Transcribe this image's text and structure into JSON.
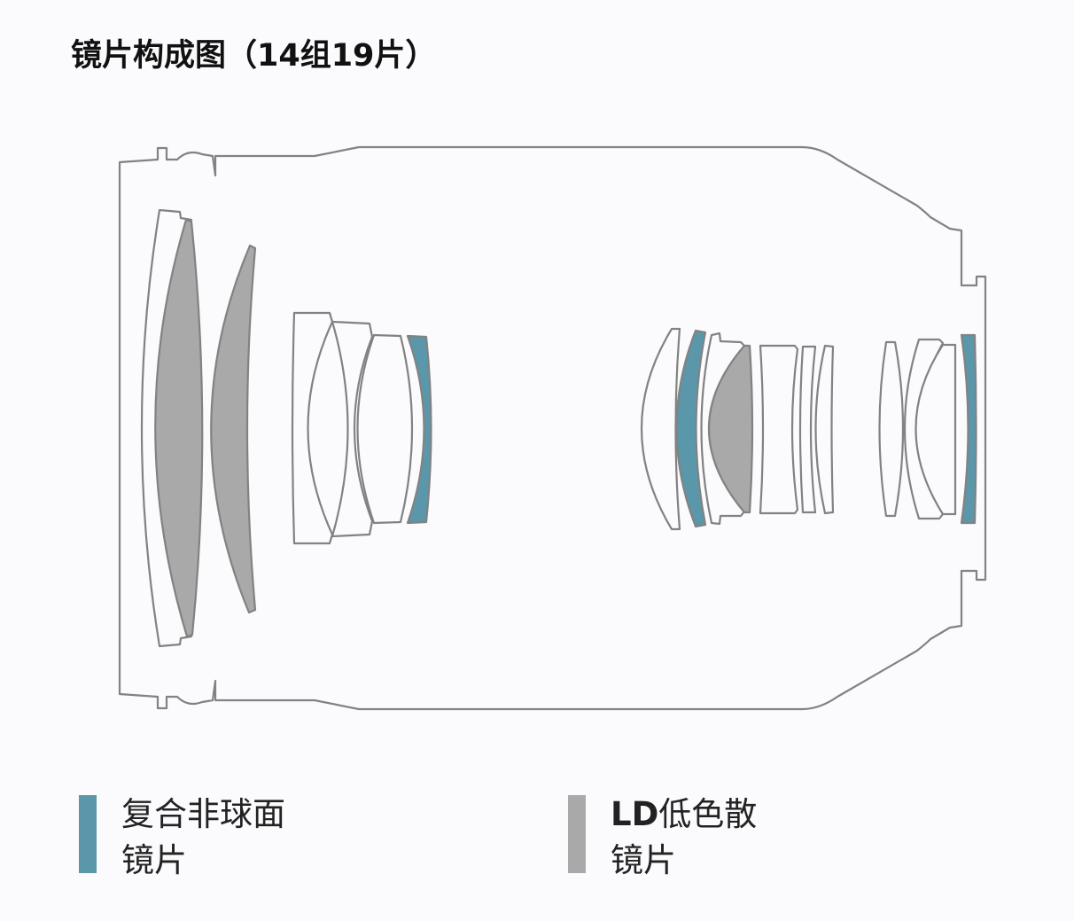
{
  "title": "镜片构成图（14组19片）",
  "colors": {
    "aspherical": "#5a97ab",
    "ld": "#a9a9aa",
    "outline": "#828282",
    "background": "#fbfafc"
  },
  "legend": [
    {
      "line1": "复合非球面",
      "line2": "镜片",
      "color_key": "aspherical"
    },
    {
      "line1_bold": "LD",
      "line1": "低色散",
      "line2": "镜片",
      "color_key": "ld"
    }
  ]
}
